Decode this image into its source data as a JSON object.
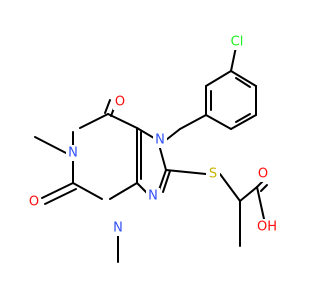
{
  "figure": {
    "kind": "chemical-structure",
    "background_color": "#ffffff"
  },
  "colors": {
    "carbon_bond": "#000000",
    "oxygen": "#ff0d0d",
    "nitrogen": "#3050f8",
    "sulfur": "#c8b400",
    "chlorine": "#1ff01f"
  },
  "atom_labels": {
    "chlorine": "Cl",
    "oxygen_top": "O",
    "oxygen_left": "O",
    "oxygen_acid": "OH",
    "oxygen_carbonyl": "O",
    "n1": "N",
    "n3": "N",
    "n7": "N",
    "n9": "N",
    "sulfur": "S"
  }
}
